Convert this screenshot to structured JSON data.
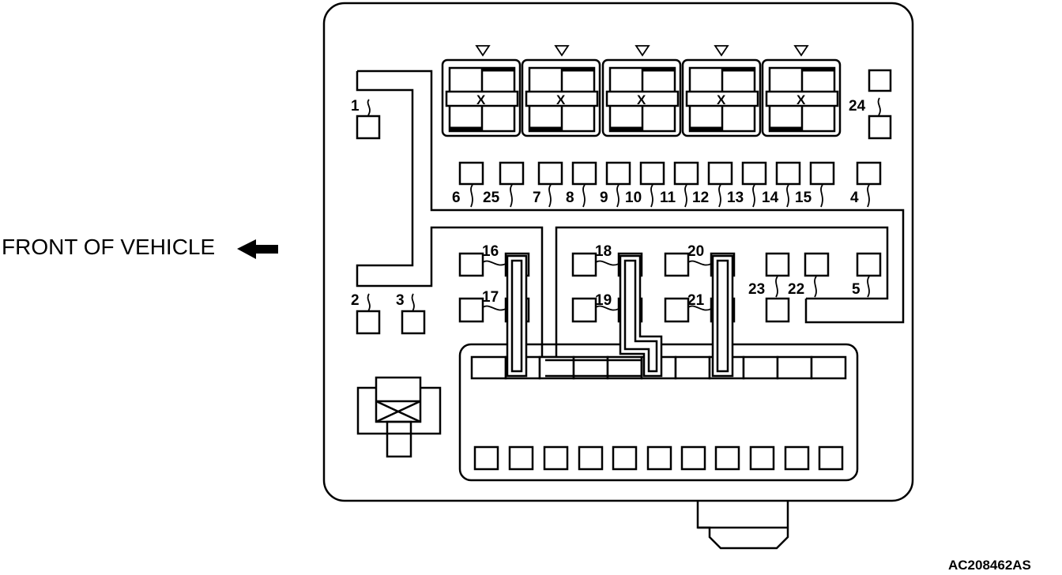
{
  "labels": {
    "front_of_vehicle": "FRONT OF VEHICLE",
    "ref_code": "AC208462AS"
  },
  "fuses": [
    {
      "num": "1"
    },
    {
      "num": "2"
    },
    {
      "num": "3"
    },
    {
      "num": "4"
    },
    {
      "num": "5"
    },
    {
      "num": "6"
    },
    {
      "num": "7"
    },
    {
      "num": "8"
    },
    {
      "num": "9"
    },
    {
      "num": "10"
    },
    {
      "num": "11"
    },
    {
      "num": "12"
    },
    {
      "num": "13"
    },
    {
      "num": "14"
    },
    {
      "num": "15"
    },
    {
      "num": "16"
    },
    {
      "num": "17"
    },
    {
      "num": "18"
    },
    {
      "num": "19"
    },
    {
      "num": "20"
    },
    {
      "num": "21"
    },
    {
      "num": "22"
    },
    {
      "num": "23"
    },
    {
      "num": "24"
    },
    {
      "num": "25"
    }
  ]
}
